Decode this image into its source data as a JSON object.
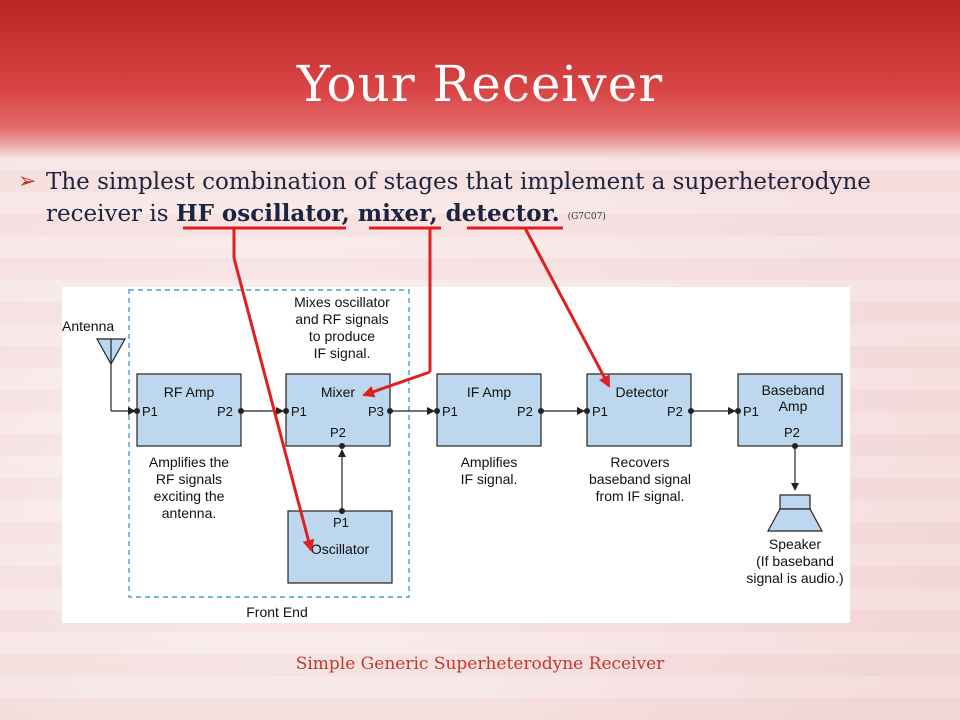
{
  "slide": {
    "title": "Your Receiver",
    "bullet": {
      "text_part1": "The simplest combination of stages that implement a superheterodyne receiver is ",
      "hl1": "HF oscillator",
      "sep1": ", ",
      "hl2": "mixer",
      "sep2": ", ",
      "hl3": "detector",
      "end": ". ",
      "ref": "(G7C07)"
    },
    "caption": "Simple Generic Superheterodyne Receiver"
  },
  "diagram": {
    "antenna_label": "Antenna",
    "mixer_note": [
      "Mixes oscillator",
      "and RF signals",
      "to produce",
      "IF signal."
    ],
    "blocks": {
      "rf_amp": {
        "label": "RF Amp",
        "p1": "P1",
        "p2": "P2"
      },
      "mixer": {
        "label": "Mixer",
        "p1": "P1",
        "p2": "P2",
        "p3": "P3"
      },
      "if_amp": {
        "label": "IF Amp",
        "p1": "P1",
        "p2": "P2"
      },
      "detector": {
        "label": "Detector",
        "p1": "P1",
        "p2": "P2"
      },
      "baseband": {
        "label1": "Baseband",
        "label2": "Amp",
        "p1": "P1",
        "p2": "P2"
      },
      "oscillator": {
        "label": "Oscillator",
        "p1": "P1"
      }
    },
    "notes": {
      "rf_amp": [
        "Amplifies the",
        "RF signals",
        "exciting the",
        "antenna."
      ],
      "if_amp": [
        "Amplifies",
        "IF signal."
      ],
      "detector": [
        "Recovers",
        "baseband signal",
        "from IF signal."
      ],
      "speaker": [
        "Speaker",
        "(If baseband",
        "signal is audio.)"
      ]
    },
    "front_end_label": "Front End",
    "colors": {
      "block_fill": "#bdd7ee",
      "arrow": "#e02020",
      "dashed": "#4a9fd0"
    }
  }
}
